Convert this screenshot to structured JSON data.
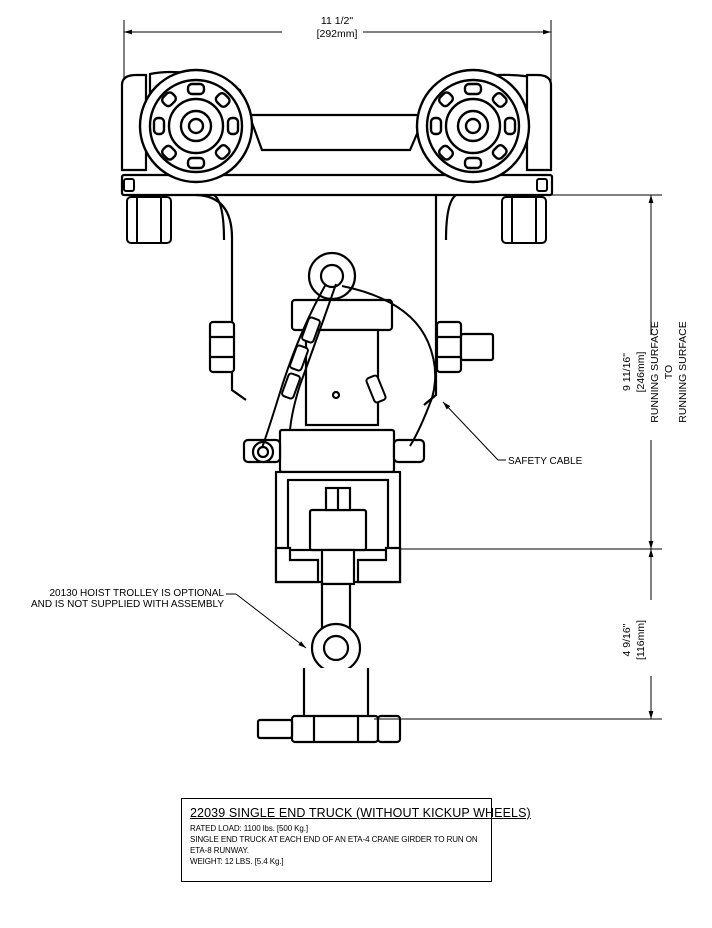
{
  "dimensions": {
    "width_inches": "11 1/2\"",
    "width_mm": "[292mm]",
    "running_height_inches": "9 11/16\"",
    "running_height_mm": "[246mm]",
    "running_height_note_1": "RUNNING SURFACE",
    "running_height_note_2": "TO",
    "running_height_note_3": "RUNNING SURFACE",
    "lower_height_inches": "4 9/16\"",
    "lower_height_mm": "[116mm]"
  },
  "callouts": {
    "safety_cable": "SAFETY CABLE",
    "hoist_trolley_line1": "20130 HOIST TROLLEY IS OPTIONAL",
    "hoist_trolley_line2": "AND IS NOT SUPPLIED WITH ASSEMBLY"
  },
  "title_block": {
    "title": "22039 SINGLE END TRUCK (WITHOUT KICKUP WHEELS)",
    "rated_load": "RATED LOAD: 1100 lbs. [500 Kg.]",
    "description_line1": "SINGLE END TRUCK AT EACH END OF AN ETA-4 CRANE GIRDER TO RUN ON",
    "description_line2": "ETA-8 RUNWAY.",
    "weight": "WEIGHT: 12 LBS. [5.4 Kg.]"
  }
}
